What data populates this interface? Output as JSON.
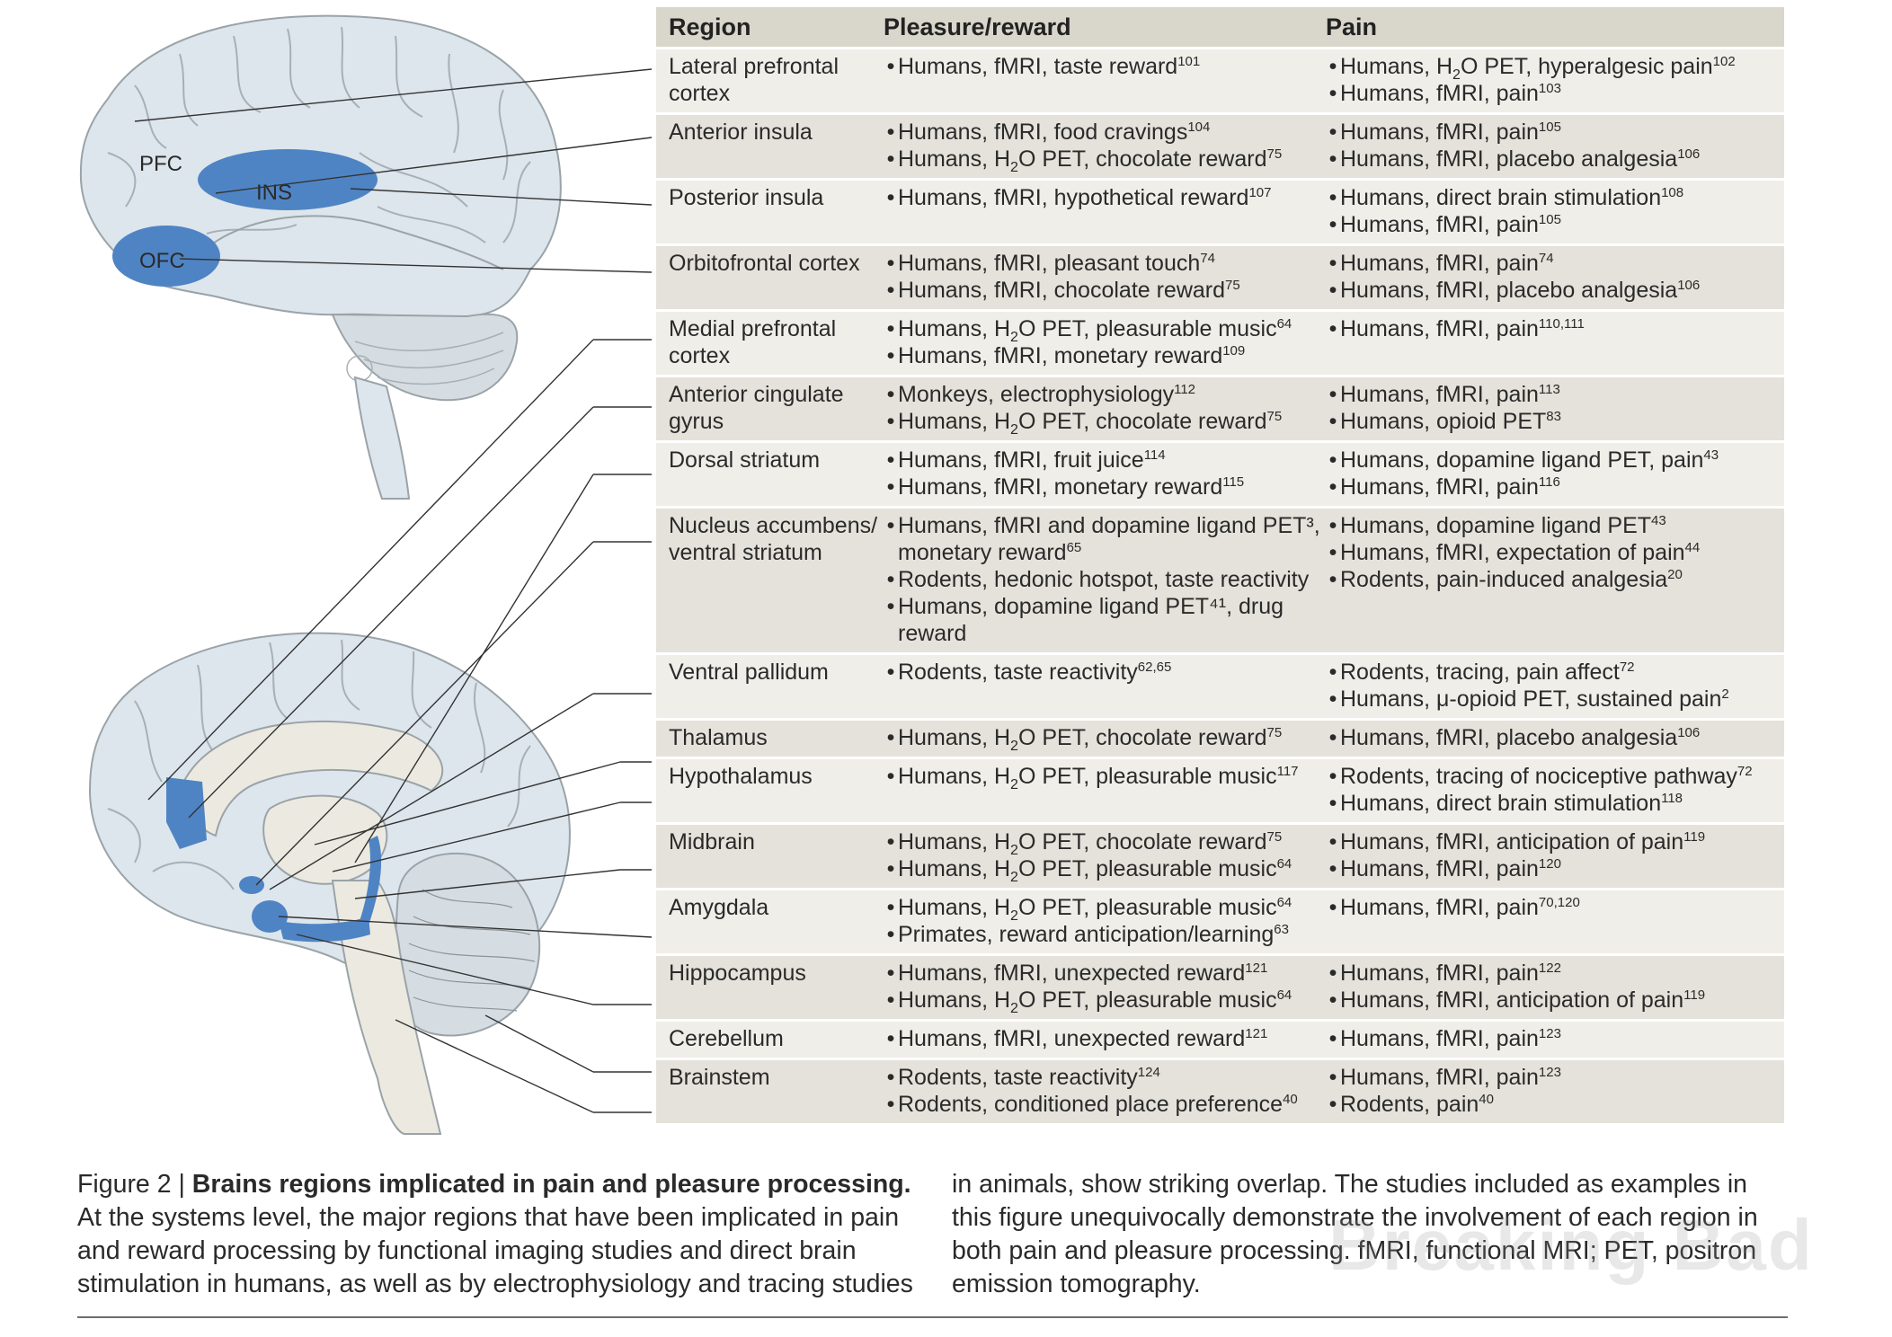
{
  "brain_labels": {
    "pfc": "PFC",
    "ins": "INS",
    "ofc": "OFC"
  },
  "colors": {
    "highlight": "#4f84c4",
    "brain": "#dde6ec",
    "header_bg": "#d9d6cc",
    "row_light": "#efeee8",
    "row_dark": "#e4e2da"
  },
  "table": {
    "headers": [
      "Region",
      "Pleasure/reward",
      "Pain"
    ],
    "rows": [
      {
        "region": "Lateral prefrontal cortex",
        "pleasure": [
          [
            "Humans, fMRI, taste reward",
            "101"
          ]
        ],
        "pain": [
          [
            "Humans, H2O PET, hyperalgesic pain",
            "102"
          ],
          [
            "Humans, fMRI, pain",
            "103"
          ]
        ]
      },
      {
        "region": "Anterior insula",
        "pleasure": [
          [
            "Humans, fMRI, food cravings",
            "104"
          ],
          [
            "Humans, H2O PET, chocolate reward",
            "75"
          ]
        ],
        "pain": [
          [
            "Humans, fMRI, pain",
            "105"
          ],
          [
            "Humans, fMRI, placebo analgesia",
            "106"
          ]
        ]
      },
      {
        "region": "Posterior insula",
        "pleasure": [
          [
            "Humans, fMRI, hypothetical reward",
            "107"
          ]
        ],
        "pain": [
          [
            "Humans, direct brain stimulation",
            "108"
          ],
          [
            "Humans, fMRI, pain",
            "105"
          ]
        ]
      },
      {
        "region": "Orbitofrontal cortex",
        "pleasure": [
          [
            "Humans, fMRI, pleasant touch",
            "74"
          ],
          [
            "Humans, fMRI, chocolate reward",
            "75"
          ]
        ],
        "pain": [
          [
            "Humans, fMRI, pain",
            "74"
          ],
          [
            "Humans, fMRI, placebo analgesia",
            "106"
          ]
        ]
      },
      {
        "region": "Medial prefrontal cortex",
        "pleasure": [
          [
            "Humans, H2O PET, pleasurable music",
            "64"
          ],
          [
            "Humans, fMRI, monetary reward",
            "109"
          ]
        ],
        "pain": [
          [
            "Humans, fMRI, pain",
            "110,111"
          ]
        ]
      },
      {
        "region": "Anterior cingulate gyrus",
        "pleasure": [
          [
            "Monkeys, electrophysiology",
            "112"
          ],
          [
            "Humans, H2O PET, chocolate reward",
            "75"
          ]
        ],
        "pain": [
          [
            "Humans, fMRI, pain",
            "113"
          ],
          [
            "Humans, opioid PET",
            "83"
          ]
        ]
      },
      {
        "region": "Dorsal striatum",
        "pleasure": [
          [
            "Humans, fMRI, fruit juice",
            "114"
          ],
          [
            "Humans, fMRI, monetary reward",
            "115"
          ]
        ],
        "pain": [
          [
            "Humans, dopamine ligand PET, pain",
            "43"
          ],
          [
            "Humans, fMRI, pain",
            "116"
          ]
        ]
      },
      {
        "region": "Nucleus accumbens/ ventral striatum",
        "pleasure": [
          [
            "Humans, fMRI and dopamine ligand PET³, monetary reward",
            "65"
          ],
          [
            "Rodents, hedonic hotspot, taste reactivity",
            ""
          ],
          [
            "Humans, dopamine ligand PET⁴¹, drug reward",
            ""
          ]
        ],
        "pain": [
          [
            "Humans, dopamine ligand PET",
            "43"
          ],
          [
            "Humans, fMRI, expectation of pain",
            "44"
          ],
          [
            "Rodents, pain-induced analgesia",
            "20"
          ]
        ]
      },
      {
        "region": "Ventral pallidum",
        "pleasure": [
          [
            "Rodents, taste reactivity",
            "62,65"
          ]
        ],
        "pain": [
          [
            "Rodents, tracing, pain affect",
            "72"
          ],
          [
            "Humans, μ-opioid PET, sustained pain",
            "2"
          ]
        ]
      },
      {
        "region": "Thalamus",
        "pleasure": [
          [
            "Humans, H2O PET, chocolate reward",
            "75"
          ]
        ],
        "pain": [
          [
            "Humans, fMRI, placebo analgesia",
            "106"
          ]
        ]
      },
      {
        "region": "Hypothalamus",
        "pleasure": [
          [
            "Humans, H2O PET, pleasurable music",
            "117"
          ]
        ],
        "pain": [
          [
            "Rodents, tracing of nociceptive pathway",
            "72"
          ],
          [
            "Humans, direct brain stimulation",
            "118"
          ]
        ]
      },
      {
        "region": "Midbrain",
        "pleasure": [
          [
            "Humans, H2O PET, chocolate reward",
            "75"
          ],
          [
            "Humans, H2O PET, pleasurable music",
            "64"
          ]
        ],
        "pain": [
          [
            "Humans, fMRI, anticipation of pain",
            "119"
          ],
          [
            "Humans, fMRI, pain",
            "120"
          ]
        ]
      },
      {
        "region": "Amygdala",
        "pleasure": [
          [
            "Humans, H2O PET, pleasurable music",
            "64"
          ],
          [
            "Primates, reward anticipation/learning",
            "63"
          ]
        ],
        "pain": [
          [
            "Humans, fMRI, pain",
            "70,120"
          ]
        ]
      },
      {
        "region": "Hippocampus",
        "pleasure": [
          [
            "Humans, fMRI, unexpected reward",
            "121"
          ],
          [
            "Humans, H2O PET, pleasurable music",
            "64"
          ]
        ],
        "pain": [
          [
            "Humans, fMRI, pain",
            "122"
          ],
          [
            "Humans, fMRI, anticipation of pain",
            "119"
          ]
        ]
      },
      {
        "region": "Cerebellum",
        "pleasure": [
          [
            "Humans, fMRI, unexpected reward",
            "121"
          ]
        ],
        "pain": [
          [
            "Humans, fMRI, pain",
            "123"
          ]
        ]
      },
      {
        "region": "Brainstem",
        "pleasure": [
          [
            "Rodents, taste reactivity",
            "124"
          ],
          [
            "Rodents, conditioned place preference",
            "40"
          ]
        ],
        "pain": [
          [
            "Humans, fMRI, pain",
            "123"
          ],
          [
            "Rodents, pain",
            "40"
          ]
        ]
      }
    ]
  },
  "caption": {
    "figure_label": "Figure 2 | ",
    "title": "Brains regions implicated in pain and pleasure processing.",
    "body_left": "At the systems level, the major regions that have been implicated in pain and reward processing by functional imaging studies and direct brain stimulation in humans, as well as by electrophysiology and tracing studies",
    "body_right": "in animals, show striking overlap. The studies included as examples in this figure unequivocally demonstrate the involvement of each region in both pain and pleasure processing. fMRI, functional MRI; PET, positron emission tomography."
  },
  "watermark": "Breaking Bad"
}
